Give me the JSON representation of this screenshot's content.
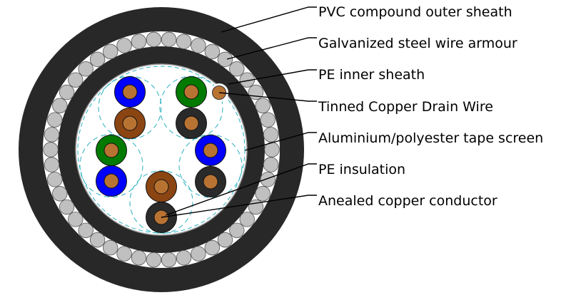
{
  "labels": [
    {
      "text": "PVC compound outer sheath"
    },
    {
      "text": "Galvanized steel wire armour"
    },
    {
      "text": "PE inner sheath"
    },
    {
      "text": "Tinned Copper Drain Wire"
    },
    {
      "text": "Aluminium/polyester tape screen"
    },
    {
      "text": "PE insulation"
    },
    {
      "text": "Anealed copper conductor"
    }
  ],
  "colors": {
    "sheath": "#282828",
    "armour_wire": "#c0c0c0",
    "copper": "#b87333",
    "screen_dash": "#2ab0c0",
    "blue": "#0000ff",
    "brown": "#8b4513",
    "green": "#007a00",
    "black": "#2a2a2a"
  },
  "pairs": [
    [
      "blue",
      "brown"
    ],
    [
      "green",
      "black"
    ],
    [
      "green",
      "blue"
    ],
    [
      "blue",
      "black"
    ],
    [
      "brown",
      "black"
    ]
  ]
}
